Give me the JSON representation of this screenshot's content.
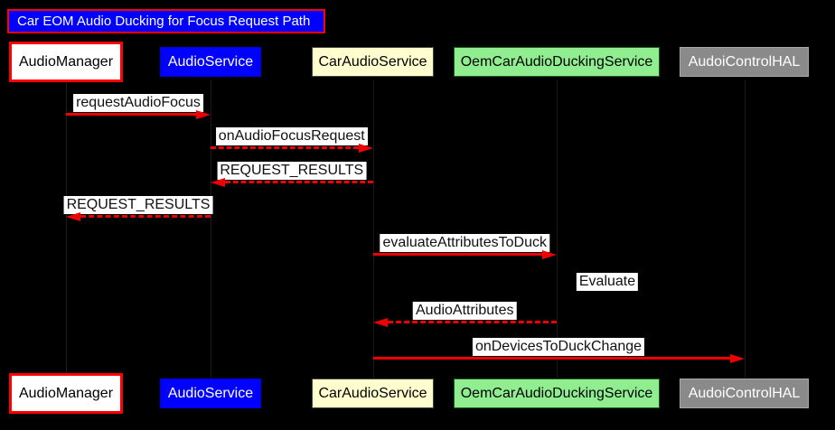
{
  "title": "Car EOM Audio Ducking for Focus Request Path",
  "colors": {
    "background": "#000000",
    "arrow": "#ee0000",
    "title_fill": "#0000ff",
    "title_border": "#ff0000",
    "title_text": "#ffffff",
    "message_label_bg": "#ffffff",
    "message_label_text": "#111111"
  },
  "participants": [
    {
      "name": "AudioManager",
      "fill": "#ffffff",
      "text_color": "#000000",
      "border_color": "#ff0000",
      "border_width": 3
    },
    {
      "name": "AudioService",
      "fill": "#0000ff",
      "text_color": "#ffffff",
      "border_color": "#0000d8",
      "border_width": 1
    },
    {
      "name": "CarAudioService",
      "fill": "#fefece",
      "text_color": "#000000",
      "border_color": "#45453a",
      "border_width": 1
    },
    {
      "name": "OemCarAudioDuckingService",
      "fill": "#90ee90",
      "text_color": "#000000",
      "border_color": "#176117",
      "border_width": 1
    },
    {
      "name": "AudoiControlHAL",
      "fill": "#8a8a8a",
      "text_color": "#ffffff",
      "border_color": "#a8a8a8",
      "border_width": 1
    }
  ],
  "messages": [
    {
      "label": "requestAudioFocus",
      "from": "AudioManager",
      "to": "AudioService",
      "line": "solid"
    },
    {
      "label": "onAudioFocusRequest",
      "from": "AudioService",
      "to": "CarAudioService",
      "line": "dashed"
    },
    {
      "label": "REQUEST_RESULTS",
      "from": "CarAudioService",
      "to": "AudioService",
      "line": "dashed"
    },
    {
      "label": "REQUEST_RESULTS",
      "from": "AudioService",
      "to": "AudioManager",
      "line": "dashed"
    },
    {
      "label": "evaluateAttributesToDuck",
      "from": "CarAudioService",
      "to": "OemCarAudioDuckingService",
      "line": "solid"
    },
    {
      "label": "Evaluate",
      "from": "OemCarAudioDuckingService",
      "to": "OemCarAudioDuckingService",
      "line": "none"
    },
    {
      "label": "AudioAttributes",
      "from": "OemCarAudioDuckingService",
      "to": "CarAudioService",
      "line": "dashed"
    },
    {
      "label": "onDevicesToDuckChange",
      "from": "CarAudioService",
      "to": "AudoiControlHAL",
      "line": "solid"
    }
  ]
}
